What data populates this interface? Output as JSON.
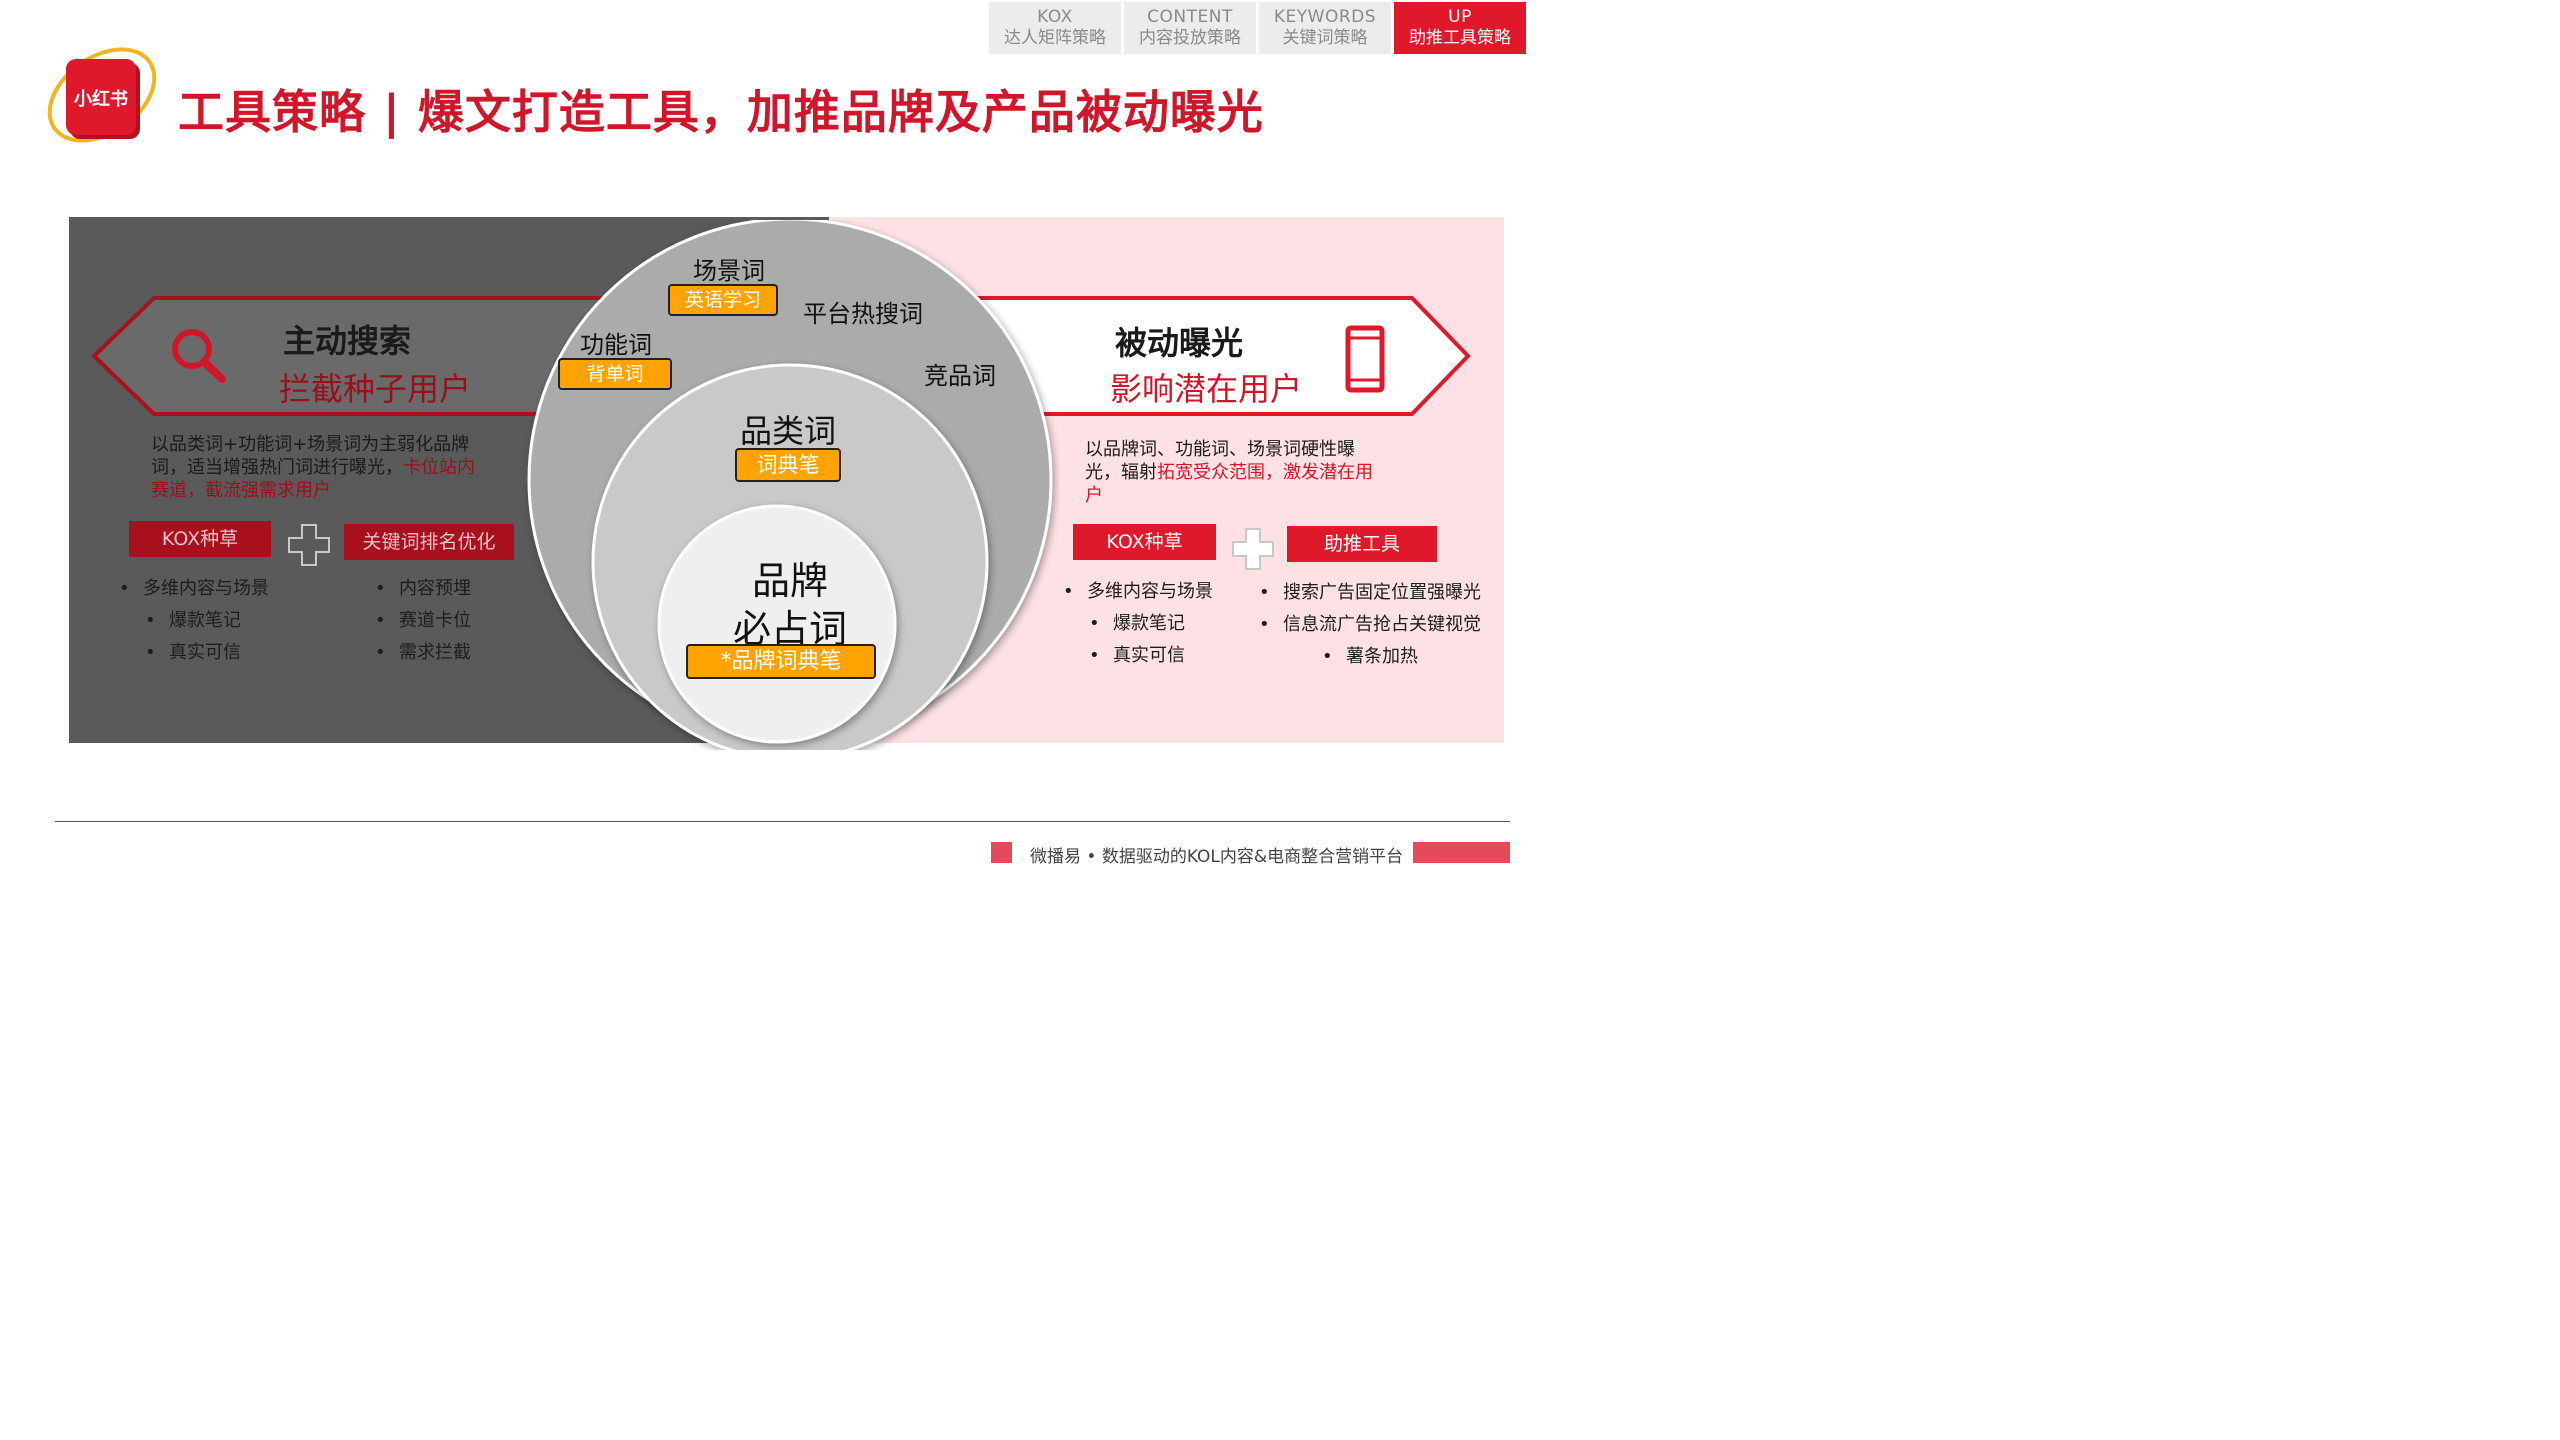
{
  "nav": {
    "tabs": [
      {
        "en": "KOX",
        "zh": "达人矩阵策略"
      },
      {
        "en": "CONTENT",
        "zh": "内容投放策略"
      },
      {
        "en": "KEYWORDS",
        "zh": "关键词策略"
      },
      {
        "en": "UP",
        "zh": "助推工具策略"
      }
    ]
  },
  "logo": {
    "text": "小红书"
  },
  "title": "工具策略 | 爆文打造工具，加推品牌及产品被动曝光",
  "left": {
    "heading": "主动搜索",
    "subheading": "拦截种子用户",
    "desc_line1": "以品类词+功能词+场景词为主弱化品牌",
    "desc_line2_a": "词，适当增强热门词进行曝光，",
    "desc_line2_b": "卡位站内",
    "desc_line3": "赛道，截流强需求用户",
    "tag1": "KOX种草",
    "tag2": "关键词排名优化",
    "list1": [
      "多维内容与场景",
      "爆款笔记",
      "真实可信"
    ],
    "list2": [
      "内容预埋",
      "赛道卡位",
      "需求拦截"
    ]
  },
  "right": {
    "heading": "被动曝光",
    "subheading": "影响潜在用户",
    "desc_line1": "以品牌词、功能词、场景词硬性曝",
    "desc_line2_a": "光，辐射",
    "desc_line2_b": "拓宽受众范围，激发潜在用",
    "desc_line3": "户",
    "tag1": "KOX种草",
    "tag2": "助推工具",
    "list1": [
      "多维内容与场景",
      "爆款笔记",
      "真实可信"
    ],
    "list2": [
      "搜索广告固定位置强曝光",
      "信息流广告抢占关键视觉",
      "薯条加热"
    ]
  },
  "circles": {
    "outer": {
      "words": [
        "场景词",
        "平台热搜词",
        "功能词",
        "竞品词"
      ],
      "tags": [
        "英语学习",
        "背单词"
      ]
    },
    "middle": {
      "label": "品类词",
      "tag": "词典笔"
    },
    "inner": {
      "label1": "品牌",
      "label2": "必占词",
      "tag": "*品牌词典笔"
    }
  },
  "footer": {
    "text": "微播易 • 数据驱动的KOL内容&电商整合营销平台"
  },
  "colors": {
    "brand_red": "#e0182b",
    "dark_panel": "#5a5a5a",
    "pink_panel": "#fde1e5",
    "tag_orange": "#ffa300"
  }
}
